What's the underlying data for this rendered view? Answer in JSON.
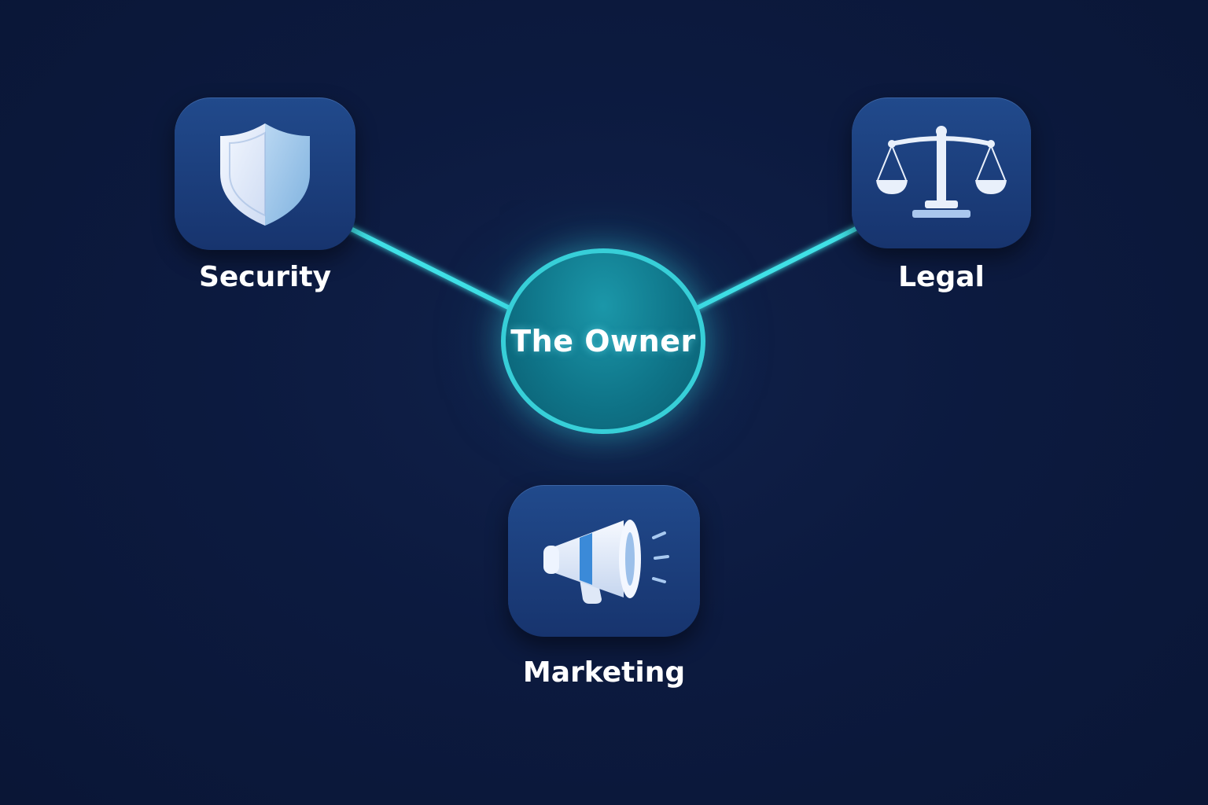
{
  "diagram": {
    "center": {
      "label": "The Owner"
    },
    "nodes": [
      {
        "id": "security",
        "label": "Security",
        "icon": "shield-icon"
      },
      {
        "id": "legal",
        "label": "Legal",
        "icon": "scales-icon"
      },
      {
        "id": "marketing",
        "label": "Marketing",
        "icon": "megaphone-icon"
      }
    ]
  },
  "colors": {
    "background": "#0d1a3d",
    "connector": "#3fe0e6",
    "hub_fill": "#0f7589",
    "hub_border": "#37cfd8",
    "tile": "#1d3f7d",
    "label_text": "#ffffff"
  }
}
